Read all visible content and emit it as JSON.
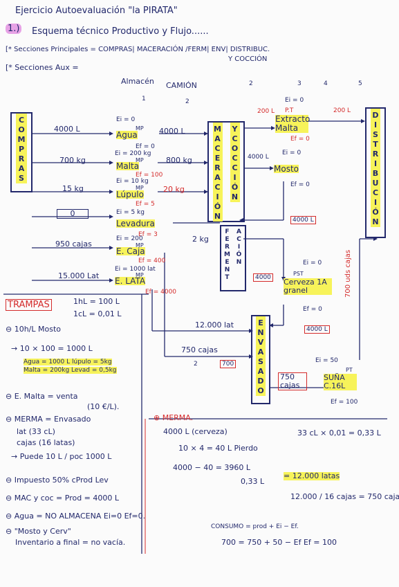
{
  "header": {
    "line1": "Ejercicio Autoevaluación \"la PIRATA\"",
    "line2_num": "1.)",
    "line2": "Esquema técnico Productivo y Flujo......",
    "line3": "[* Secciones Principales = COMPRAS| MACERACIÓN /FERM| ENV| DISTRIBUC.",
    "line3b": "Y COCCIÓN",
    "line4": "[* Secciones Aux =",
    "aux1": "Almacén",
    "aux2": "CAMIÓN",
    "n1": "1",
    "n2": "2",
    "n2b": "2",
    "n3": "3",
    "n4": "4",
    "n5": "5"
  },
  "sections": {
    "compras": [
      "C",
      "O",
      "M",
      "P",
      "R",
      "A",
      "S"
    ],
    "maceracion": [
      "M",
      "A",
      "C",
      "E",
      "R",
      "A",
      "C",
      "I",
      "Ó",
      "N"
    ],
    "coccion": [
      "Y",
      "C",
      "O",
      "C",
      "C",
      "I",
      "Ó",
      "N"
    ],
    "fermentacion": [
      "F",
      "E",
      "R",
      "M",
      "E",
      "N",
      "T",
      "A",
      "C",
      "I",
      "Ó",
      "N"
    ],
    "envasado": [
      "E",
      "N",
      "V",
      "A",
      "S",
      "A",
      "D",
      "O"
    ],
    "distribucion": [
      "D",
      "I",
      "S",
      "T",
      "R",
      "I",
      "B",
      "U",
      "C",
      "I",
      "Ó",
      "N"
    ]
  },
  "inputs": [
    {
      "qty": "4000 L",
      "mp": "MP",
      "name": "Agua",
      "ei": "Ei = 0",
      "ef": "Ef = 0",
      "cons": "4000 L"
    },
    {
      "qty": "700 kg",
      "mp": "MP",
      "name": "Malta",
      "ei": "Ei = 200 kg",
      "ef": "Ef = 100",
      "cons": "800 kg"
    },
    {
      "qty": "15 kg",
      "mp": "MP",
      "name": "Lúpulo",
      "ei": "Ei = 10 kg",
      "ef": "Ef = 5",
      "cons": "20 kg"
    },
    {
      "qty": "0",
      "mp": "",
      "name": "Levadura",
      "ei": "Ei = 5 kg",
      "ef": "Ef = 3",
      "cons": "2 kg"
    },
    {
      "qty": "950 cajas",
      "mp": "MP",
      "name": "E. Caja",
      "ei": "Ei = 200",
      "ef": "Ef = 400",
      "cons": ""
    },
    {
      "qty": "15.000 Lat",
      "mp": "MP",
      "name": "E. LATA",
      "ei": "Ei = 1000 lat",
      "ef": "Ef = 4000",
      "cons": ""
    }
  ],
  "extracto": {
    "pt": "P.T",
    "name": "Extracto Malta",
    "in": "200 L",
    "out": "200 L",
    "ei": "Ei = 0",
    "ef": "Ef = 0"
  },
  "mosto": {
    "name": "Mosto",
    "in": "4000 L",
    "ei": "Ei = 0",
    "ef": "Ef = 0",
    "out": "4000 L"
  },
  "cerveza": {
    "pst": "PST",
    "name": "Cerveza 1A granel",
    "in": "4000",
    "ei": "Ei = 0",
    "ef": "Ef = 0",
    "out": "4000 L"
  },
  "envasado": {
    "lat": "12.000 lat",
    "cajas": "750 cajas",
    "cajas2": "750 cajas",
    "q": "2",
    "q_val": "700"
  },
  "suna": {
    "pt": "PT",
    "name": "SUÑA C.16L",
    "ei": "Ei = 50",
    "ef": "Ef = 100",
    "dist": "700 uds cajas"
  },
  "trampas": {
    "title": "TRAMPAS",
    "conv1": "1hL = 100 L",
    "conv2": "1cL = 0,01 L",
    "items": [
      "⊖ 10h/L Mosto",
      "→ 10 × 100 = 1000 L",
      "Agua = 1000 L   lúpulo = 5kg",
      "Malta = 200kg   Levad = 0,5kg",
      "⊖ E. Malta = venta",
      "(10 €/L).",
      "⊖ MERMA = Envasado",
      "lat (33 cL)",
      "cajas (16 latas)",
      "→ Puede 10 L / poc 1000 L",
      "⊖ Impuesto 50% cProd Lev",
      "⊖ MAC y coc = Prod = 4000 L",
      "⊖ Agua = NO ALMACENA Ei=0 Ef=0.",
      "⊖ \"Mosto y Cerv\"",
      "Inventario a final = no vacía."
    ]
  },
  "merma": {
    "title": "⊕ MERMA.",
    "l1": "4000 L (cerveza)",
    "l2": "10 × 4 = 40 L Pierdo",
    "l3": "4000 − 40 = 3960 L",
    "l3b": "0,33 L",
    "l3c": "= 12.000 latas",
    "l4": "12.000 / 16 cajas = 750 cajas.",
    "conv": "33 cL × 0,01 = 0,33 L",
    "consumo": "CONSUMO = prod + Ei − Ef.",
    "calc": "700 = 750 + 50 − Ef   Ef = 100"
  },
  "colors": {
    "ink": "#22286b",
    "red": "#d42a2a",
    "highlight": "#f7f35a",
    "orange": "#e58a2e"
  }
}
